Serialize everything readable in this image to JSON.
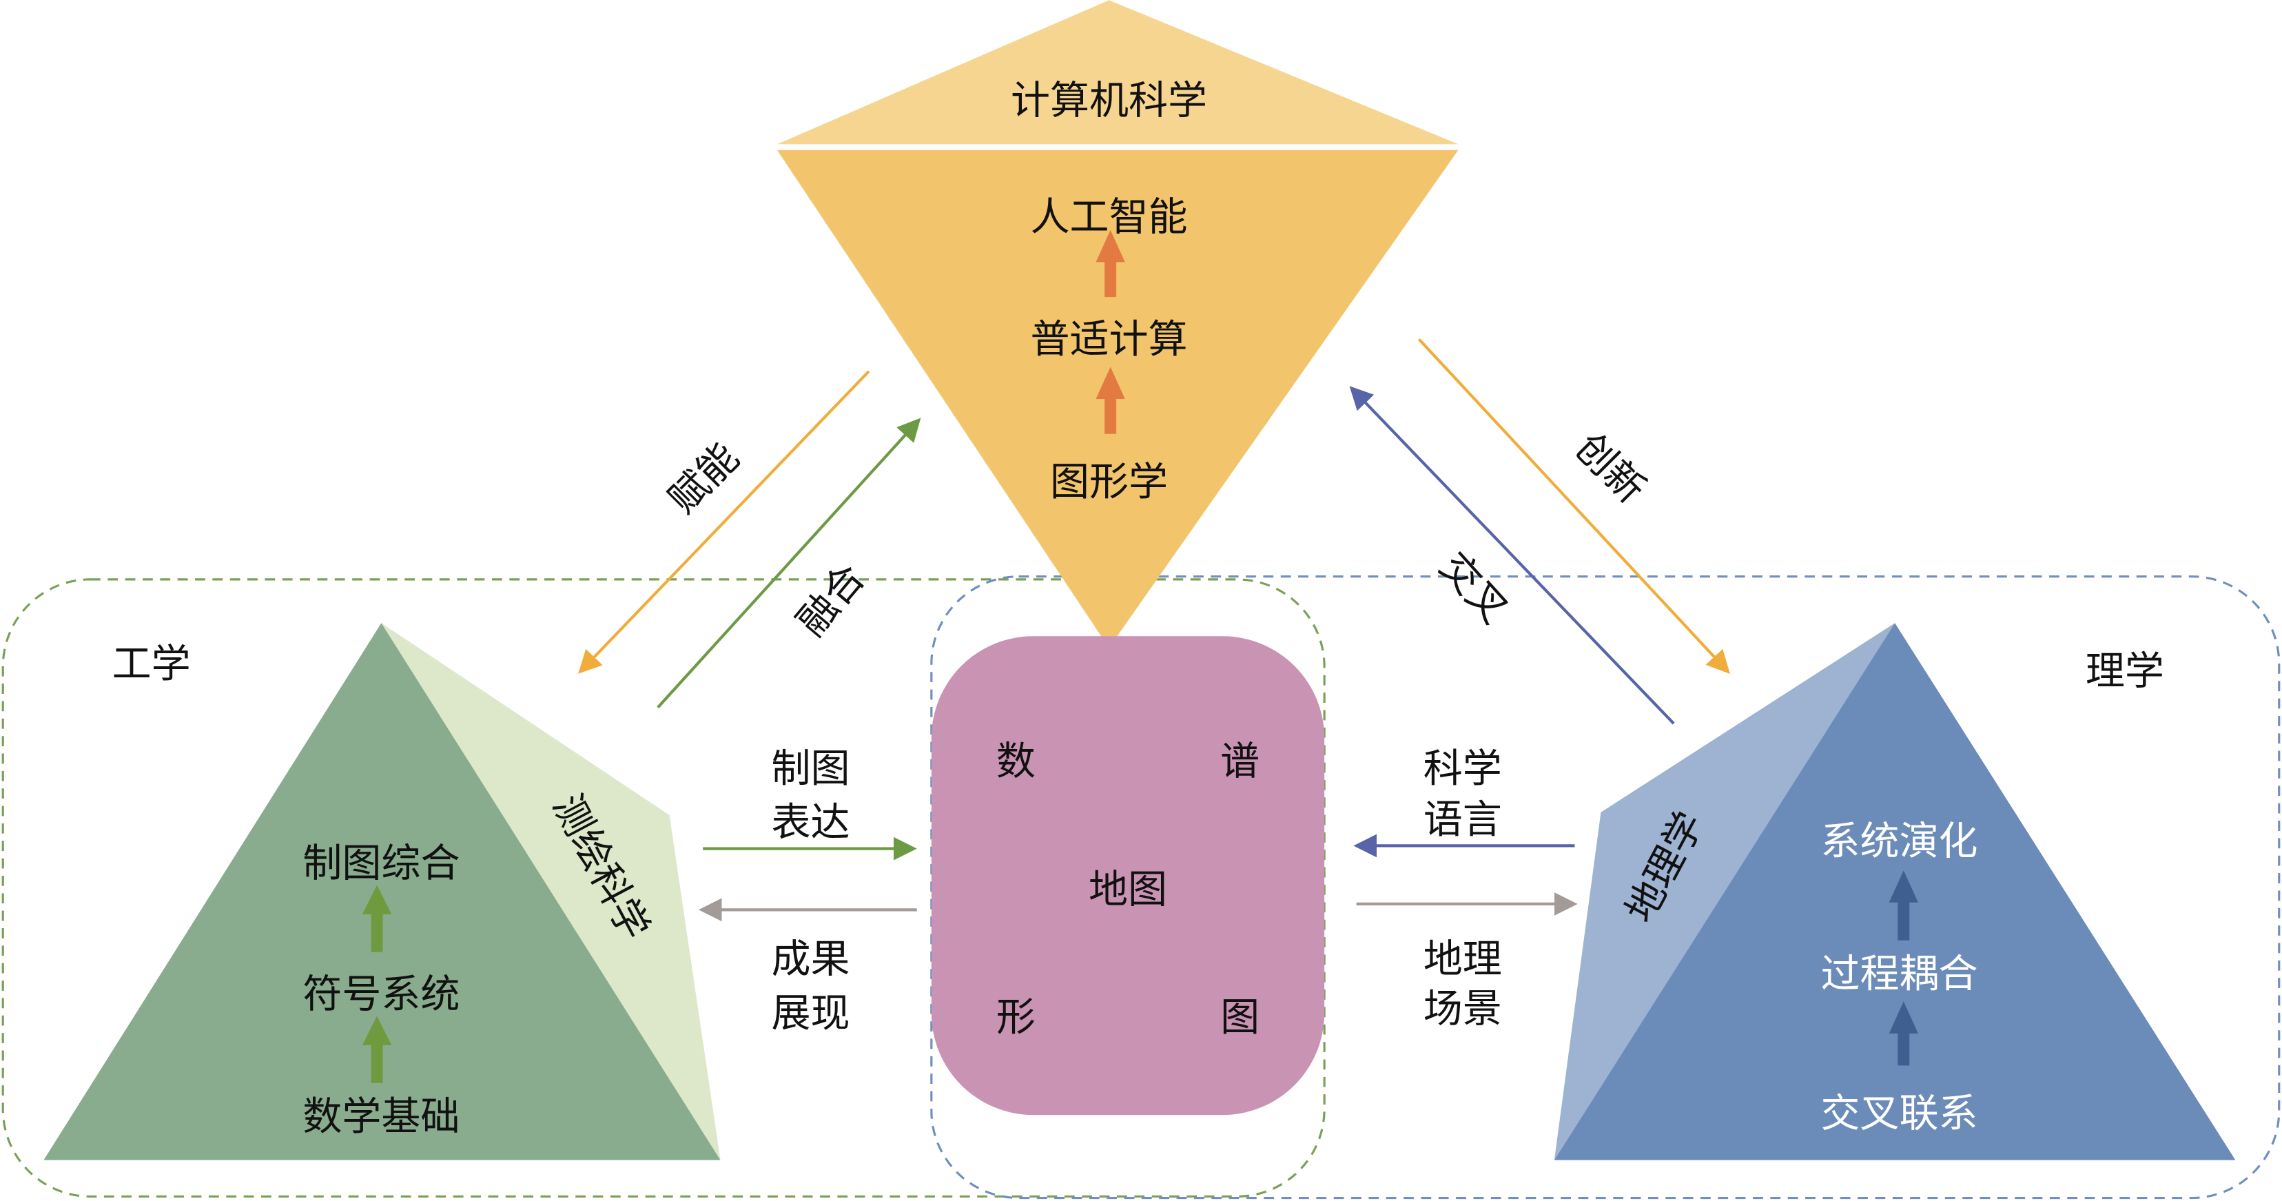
{
  "top": {
    "title": "计算机科学",
    "levels": [
      "人工智能",
      "普适计算",
      "图形学"
    ]
  },
  "left": {
    "group_label": "工学",
    "side_label": "测绘科学",
    "levels": [
      "制图综合",
      "符号系统",
      "数学基础"
    ]
  },
  "right": {
    "group_label": "理学",
    "side_label": "地理学",
    "levels": [
      "系统演化",
      "过程耦合",
      "交叉联系"
    ]
  },
  "center": {
    "title": "地图",
    "corners": [
      "数",
      "谱",
      "形",
      "图"
    ]
  },
  "arrows": {
    "empower": "赋能",
    "fusion": "融合",
    "cross": "交叉",
    "innovation": "创新",
    "cartographic_expression_1": "制图",
    "cartographic_expression_2": "表达",
    "results_1": "成果",
    "results_2": "展现",
    "science_language_1": "科学",
    "science_language_2": "语言",
    "geo_scene_1": "地理",
    "geo_scene_2": "场景"
  },
  "colors": {
    "top_cap": "#f6d590",
    "top_body": "#f2c46c",
    "center": "#c993b3",
    "left_main": "#89ab8e",
    "left_side": "#dce8c9",
    "right_main": "#6b8bb8",
    "right_side": "#9eb2d1",
    "orange_arrow": "#f0ad3c",
    "green_arrow": "#6d9a45",
    "blue_arrow": "#5765a8",
    "gray_arrow": "#a39b98",
    "up_orange": "#e27a42",
    "up_green": "#6f9a3e",
    "up_blue": "#3f5f90"
  }
}
